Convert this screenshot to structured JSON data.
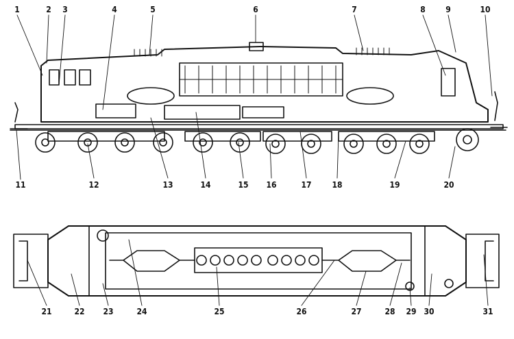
{
  "callouts_top": [
    "1",
    "2",
    "3",
    "4",
    "5",
    "6",
    "7",
    "8",
    "9",
    "10",
    "11",
    "12",
    "13",
    "14",
    "15",
    "16",
    "17",
    "18",
    "19",
    "20"
  ],
  "callouts_bottom": [
    "21",
    "22",
    "23",
    "24",
    "25",
    "26",
    "27",
    "28",
    "29",
    "30",
    "31"
  ]
}
